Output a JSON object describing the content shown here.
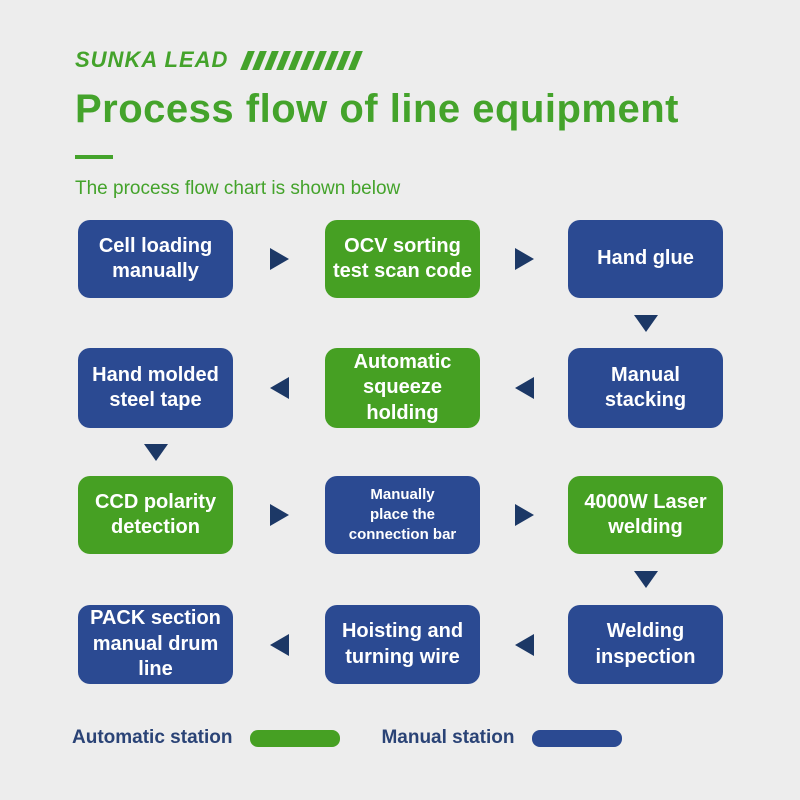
{
  "header": {
    "brand": "SUNKA LEAD",
    "slash_count": 10,
    "title": "Process flow of line equipment",
    "subtitle": "The process flow chart is shown below"
  },
  "colors": {
    "green": "#46a023",
    "blue": "#2b4a92",
    "arrow": "#1c3866",
    "header_green": "#44a32b",
    "legend_text": "#2a4376",
    "background": "#ededed"
  },
  "flow": {
    "boxes": [
      {
        "label": "Cell loading\nmanually",
        "station": "manual"
      },
      {
        "label": "OCV sorting\ntest scan code",
        "station": "automatic"
      },
      {
        "label": "Hand glue",
        "station": "manual"
      },
      {
        "label": "Hand molded\nsteel tape",
        "station": "manual"
      },
      {
        "label": "Automatic\nsqueeze\nholding",
        "station": "automatic"
      },
      {
        "label": "Manual\nstacking",
        "station": "manual"
      },
      {
        "label": "CCD polarity\ndetection",
        "station": "automatic"
      },
      {
        "label": "Manually\nplace the\nconnection bar",
        "station": "manual"
      },
      {
        "label": "4000W Laser\nwelding",
        "station": "automatic"
      },
      {
        "label": "PACK section\nmanual drum\nline",
        "station": "manual"
      },
      {
        "label": "Hoisting and\nturning wire",
        "station": "manual"
      },
      {
        "label": "Welding\ninspection",
        "station": "manual"
      }
    ]
  },
  "legend": {
    "items": [
      {
        "label": "Automatic station",
        "station": "automatic"
      },
      {
        "label": "Manual station",
        "station": "manual"
      }
    ]
  }
}
